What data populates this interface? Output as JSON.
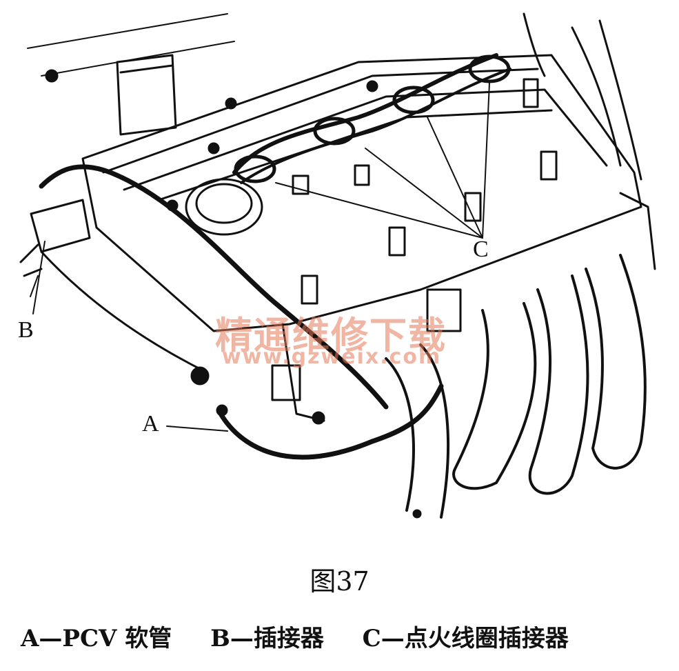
{
  "callouts": {
    "a": "A",
    "b": "B",
    "c": "C"
  },
  "watermark": {
    "text": "精通维修下载",
    "url": "www.gzweix.com",
    "color": "#e6785a"
  },
  "figure_number": "图37",
  "legend": [
    "A—PCV 软管",
    "B—插接器",
    "C—点火线圈插接器"
  ]
}
